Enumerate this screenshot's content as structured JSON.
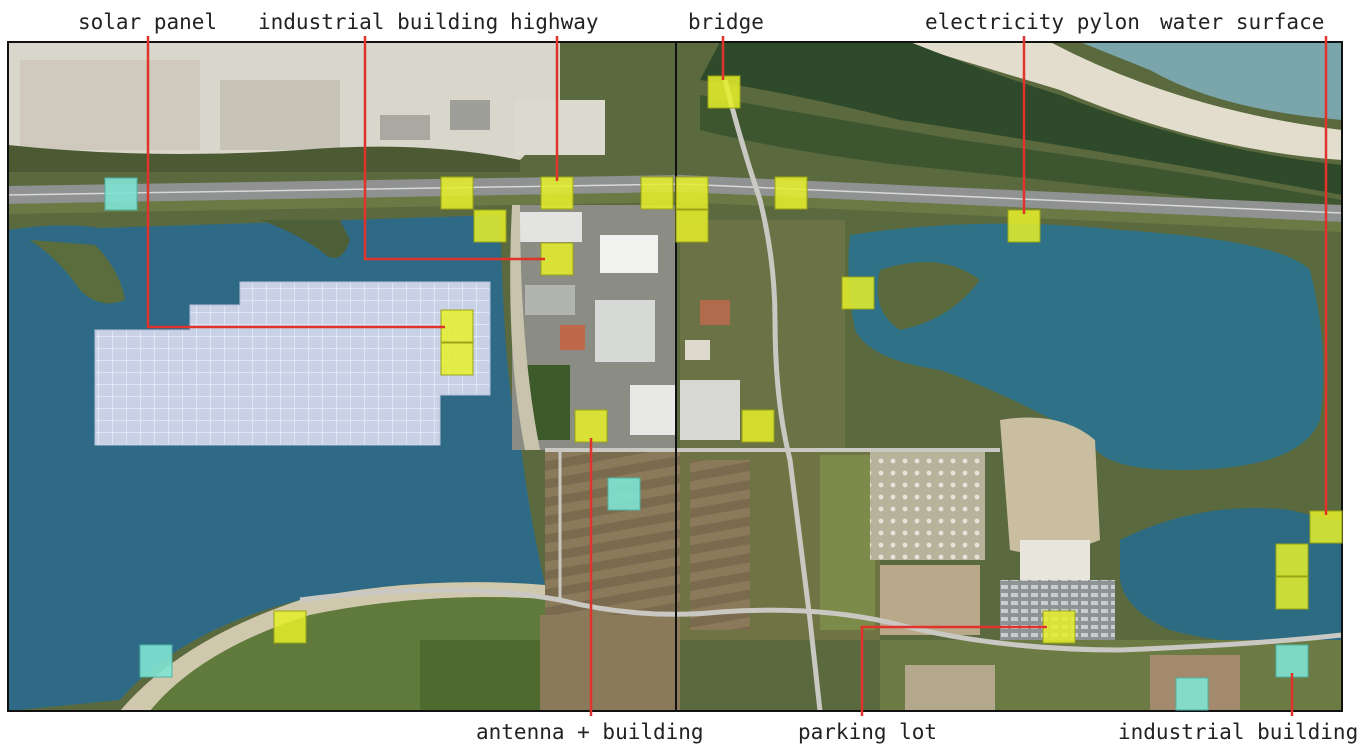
{
  "labels": {
    "top": [
      "solar panel",
      "industrial building",
      "highway",
      "bridge",
      "electricity pylon",
      "water surface"
    ],
    "bottom": [
      "antenna + building",
      "parking lot",
      "industrial building"
    ]
  },
  "colors": {
    "yellow_patch": "#e6f02a",
    "cyan_patch": "#7fe3d3",
    "leader_line": "#e0332b",
    "frame": "#111111"
  }
}
